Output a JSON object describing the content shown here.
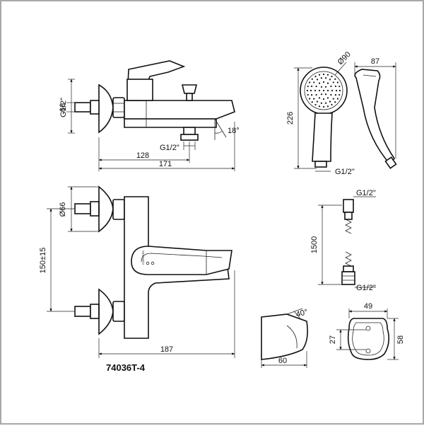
{
  "drawing": {
    "model_code": "74036T-4",
    "brand_mark": "CORNERS",
    "side_view": {
      "height": "66",
      "inlet_thread": "G1/2\"",
      "outlet_thread": "G1/2\"",
      "spout_angle": "18°",
      "outlet_offset": "128",
      "depth": "171"
    },
    "front_view": {
      "escutcheon_diameter": "Ø66",
      "centers": "150±15",
      "width": "187"
    },
    "hand_shower": {
      "head_diameter": "Ø90",
      "depth": "87",
      "length": "226",
      "thread": "G1/2\""
    },
    "hose": {
      "top_thread": "G1/2\"",
      "length": "1500",
      "bottom_thread": "G1/2\""
    },
    "spout_detail": {
      "angle": "40°",
      "length": "60"
    },
    "holder": {
      "width": "49",
      "height": "58",
      "hole_spacing": "27"
    }
  }
}
